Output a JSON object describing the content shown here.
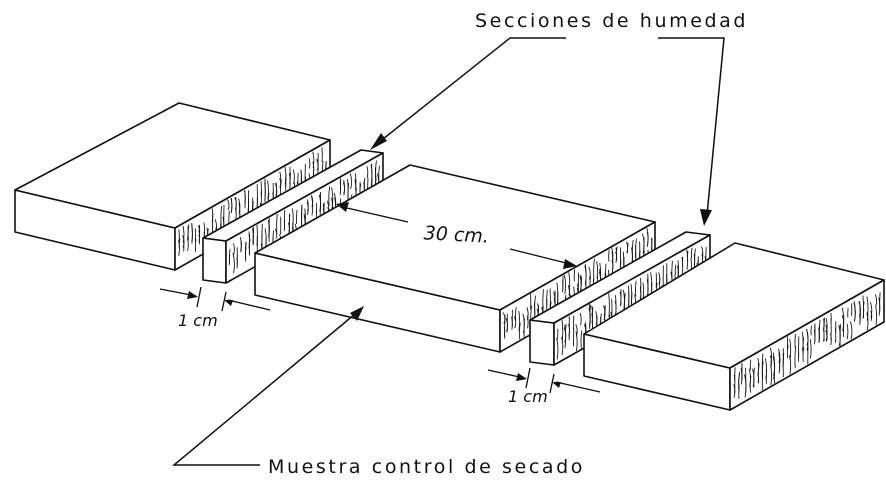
{
  "labels": {
    "moisture_sections": "Secciones de humedad",
    "control_sample": "Muestra control de secado",
    "length": "30 cm.",
    "width_left": "1 cm",
    "width_right": "1 cm"
  }
}
